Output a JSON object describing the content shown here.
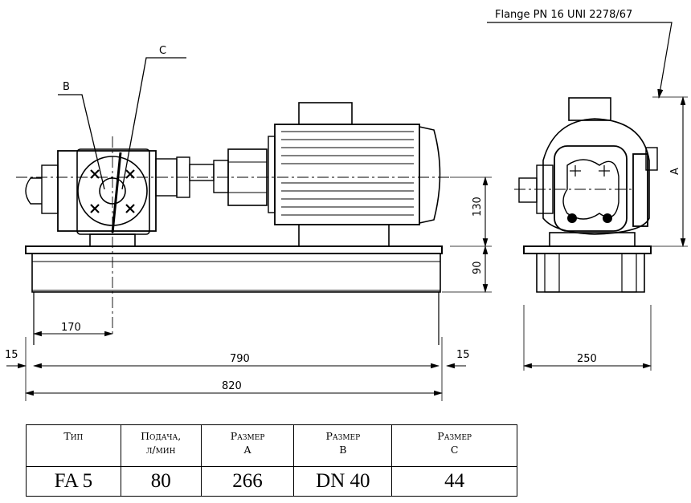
{
  "drawing": {
    "flange_note": "Flange PN 16 UNI 2278/67",
    "labels": {
      "b": "B",
      "c": "C",
      "a": "A"
    },
    "dimensions": {
      "d130": "130",
      "d90": "90",
      "d170": "170",
      "d15_left": "15",
      "d790": "790",
      "d15_right": "15",
      "d820": "820",
      "d250": "250"
    }
  },
  "table": {
    "headers": [
      {
        "line1": "Тип",
        "line2": ""
      },
      {
        "line1": "Подача,",
        "line2": "л/мин"
      },
      {
        "line1": "Размер",
        "line2": "A"
      },
      {
        "line1": "Размер",
        "line2": "B"
      },
      {
        "line1": "Размер",
        "line2": "C"
      }
    ],
    "row": [
      "FA 5",
      "80",
      "266",
      "DN 40",
      "44"
    ]
  }
}
